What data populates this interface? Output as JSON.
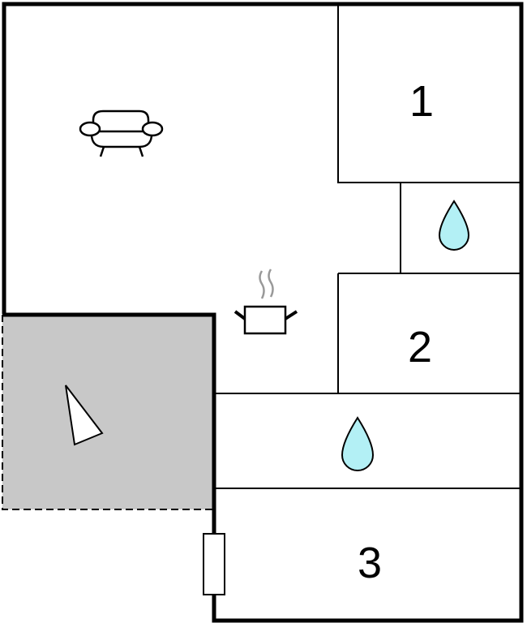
{
  "rooms": [
    {
      "label": "1",
      "type": "bedroom"
    },
    {
      "label": "2",
      "type": "bedroom"
    },
    {
      "label": "3",
      "type": "bedroom"
    }
  ],
  "icons": [
    "sofa-icon",
    "cooking-pot-icon",
    "water-drop-icon",
    "compass-triangle-icon",
    "window-icon"
  ],
  "colors": {
    "wall": "#000000",
    "terrace": "#c8c8c8",
    "water": "#b3f0f5",
    "steam": "#999999"
  }
}
